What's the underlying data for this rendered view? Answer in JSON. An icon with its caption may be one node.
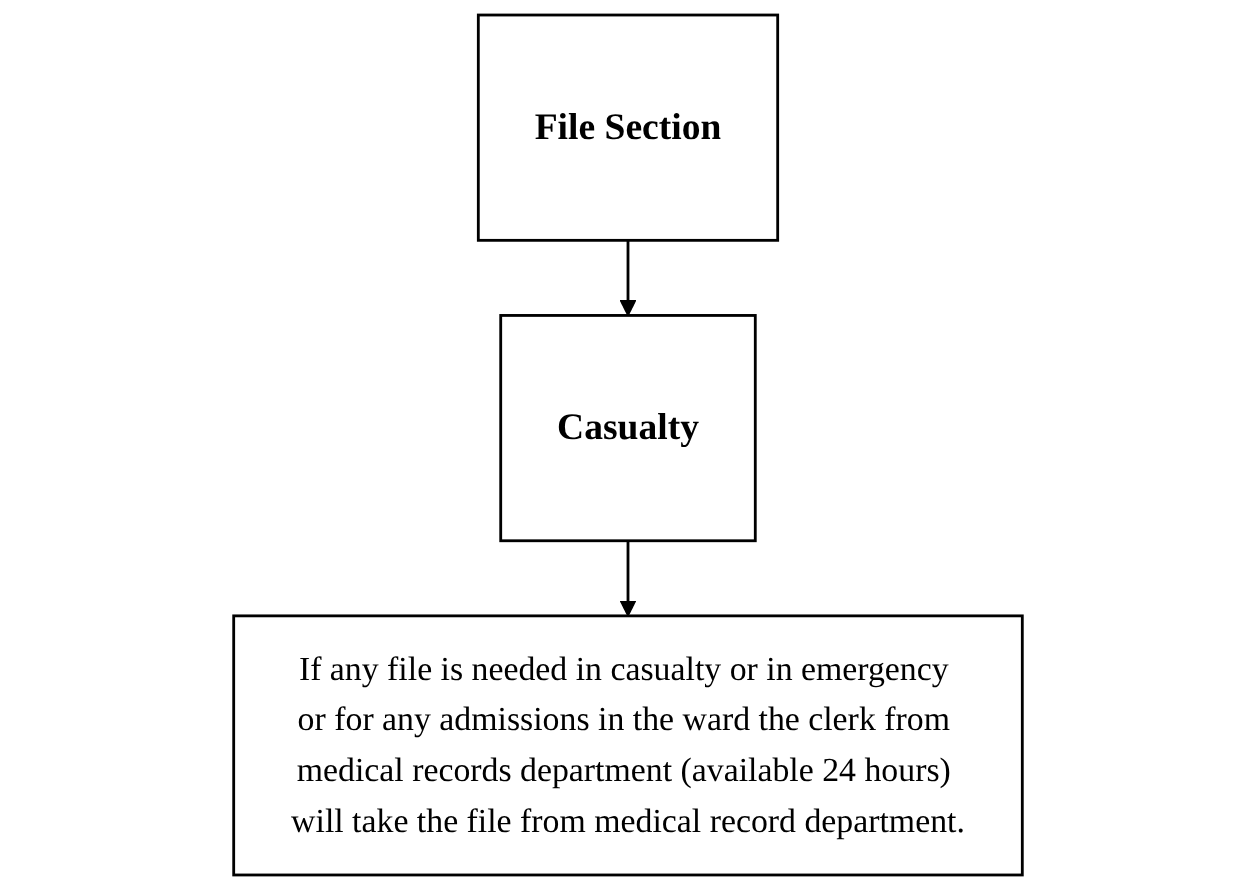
{
  "diagram": {
    "nodes": [
      {
        "text": [
          "File Section"
        ]
      },
      {
        "text": [
          "Casualty"
        ]
      },
      {
        "text": [
          "If any file is needed in casualty or in emergency or for any admissions in the ward the clerk from medical records department (available 24 hours) will take the file from medical record department."
        ]
      }
    ],
    "edges": [
      {
        "from": 0,
        "to": 1,
        "arrow": "to"
      },
      {
        "from": 1,
        "to": 2,
        "arrow": "to"
      }
    ]
  }
}
